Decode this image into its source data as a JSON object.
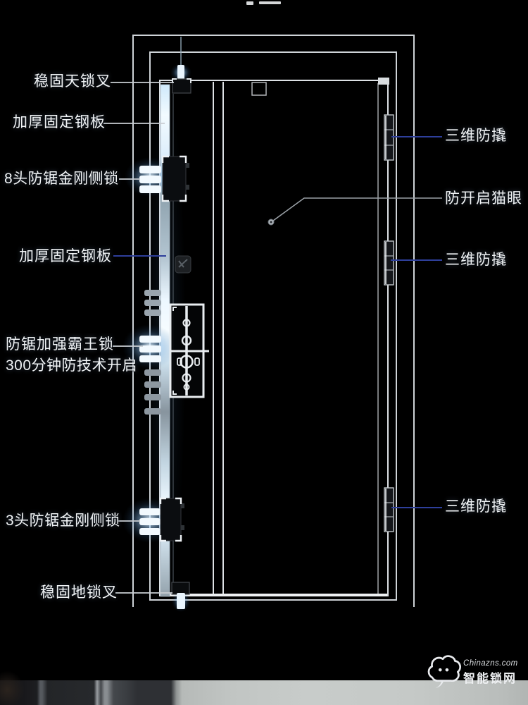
{
  "labels": {
    "top_lock_fork": "稳固天锁叉",
    "steel_plate_upper": "加厚固定钢板",
    "side_lock_8": "8头防锯金刚侧锁",
    "steel_plate_mid": "加厚固定钢板",
    "main_lock_line1": "防锯加强霸王锁",
    "main_lock_line2": "300分钟防技术开启",
    "side_lock_3": "3头防锯金刚侧锁",
    "bottom_lock_fork": "稳固地锁叉",
    "anti_pry_top": "三维防撬",
    "peephole": "防开启猫眼",
    "anti_pry_mid": "三维防撬",
    "anti_pry_bottom": "三维防撬"
  },
  "watermark": {
    "site": "Chinazns.com",
    "name": "智能锁网"
  },
  "colors": {
    "leader_blue": "#2e3f9b",
    "leader_white": "#c9ced3",
    "line": "#ced3d7",
    "glow_blue": "#8ec6f2"
  }
}
